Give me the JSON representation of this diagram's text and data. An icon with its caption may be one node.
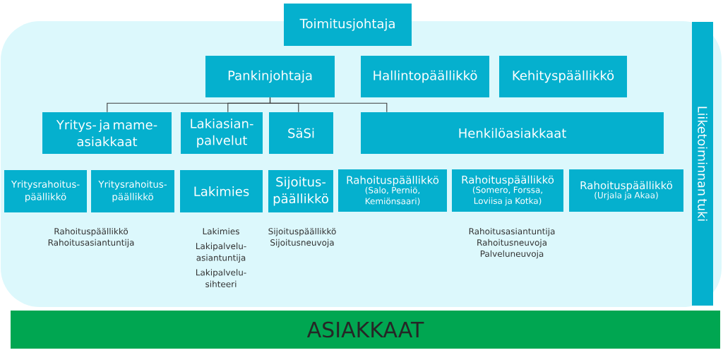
{
  "diagram": {
    "nodes": [
      {
        "text": [
          "Toimitusjohtaja"
        ]
      },
      {
        "text": [
          "Pankinjohtaja"
        ]
      },
      {
        "text": [
          "Hallintopäällikkö"
        ]
      },
      {
        "text": [
          "Kehityspäällikkö"
        ]
      },
      {
        "text": [
          "Yritys- ja mame- asiakkaat"
        ]
      },
      {
        "text": [
          "Lakiasian- palvelut"
        ]
      },
      {
        "text": [
          "SäSi"
        ]
      },
      {
        "text": [
          "Henkilöasiakkaat"
        ]
      },
      {
        "text": [
          "Liiketoiminnan tuki"
        ]
      },
      {
        "text": [
          "Yritysrahoitus- päällikkö"
        ]
      },
      {
        "text": [
          "Yritysrahoitus- päällikkö"
        ]
      },
      {
        "text": [
          "Lakimies"
        ],
        "beside": [
          "Lakimies",
          "Lakipalvelu- asiantuntija",
          "Lakipalvelu- sihteeri"
        ]
      },
      {
        "text": [
          "Sijoitus- päällikkö"
        ],
        "beside": [
          "Sijoituspäällikkö",
          "Sijoitusneuvoja"
        ]
      },
      {
        "text": [
          "Rahoituspäällikkö",
          "(Salo, Perniö, Kemiönsaari)"
        ]
      },
      {
        "text": [
          "Rahoituspäällikkö",
          "(Somero, Forssa, Loviisa ja Kotka)"
        ],
        "beside": [
          "Rahoitusasiantuntija",
          "Rahoitusneuvoja",
          "Palveluneuvoja"
        ]
      },
      {
        "text": [
          "Rahoituspäällikkö",
          "(Urjala ja Akaa)"
        ]
      },
      {
        "text": [
          "ASIAKKAAT"
        ]
      }
    ],
    "edges": [
      {
        "from": 1,
        "to": 4,
        "arrow": "none"
      },
      {
        "from": 1,
        "to": 5,
        "arrow": "none"
      },
      {
        "from": 1,
        "to": 6,
        "arrow": "none"
      },
      {
        "from": 1,
        "to": 7,
        "arrow": "none"
      }
    ],
    "labels": [
      "Rahoituspäällikkö",
      "Rahoitusasiantuntija"
    ]
  }
}
